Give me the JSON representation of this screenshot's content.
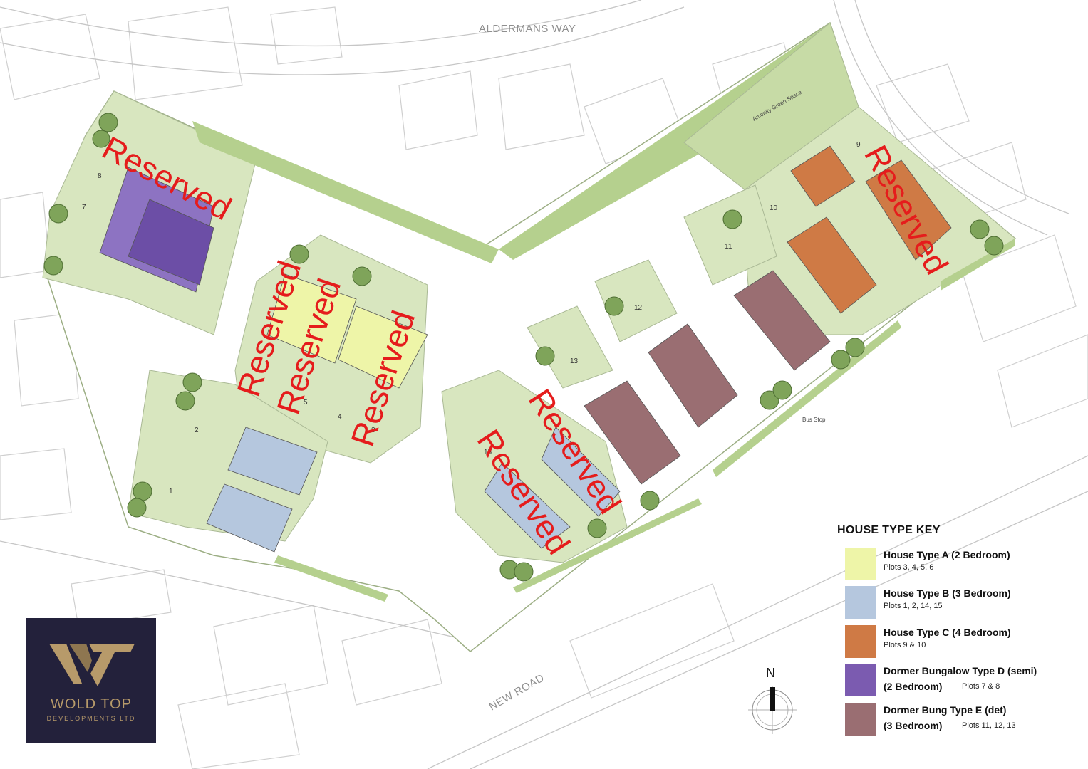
{
  "roads": {
    "top": "ALDERMANS WAY",
    "bottom": "NEW ROAD"
  },
  "site_labels": {
    "amenity": "Amenity Green Space",
    "bus_stop": "Bus Stop"
  },
  "plot_numbers": [
    "1",
    "2",
    "3",
    "4",
    "5",
    "7",
    "8",
    "9",
    "10",
    "11",
    "12",
    "13",
    "15"
  ],
  "overlay": {
    "reserved": "Reserved"
  },
  "legend": {
    "title": "HOUSE TYPE KEY",
    "items": [
      {
        "name": "House Type A (2 Bedroom)",
        "plots": "Plots 3, 4, 5, 6",
        "color": "#eef5a8"
      },
      {
        "name": "House Type B (3 Bedroom)",
        "plots": "Plots 1, 2, 14, 15",
        "color": "#b5c7de"
      },
      {
        "name": "House Type C (4 Bedroom)",
        "plots": "Plots 9 & 10",
        "color": "#cf7a45"
      },
      {
        "name": "Dormer Bungalow Type D (semi)",
        "name2": "(2 Bedroom)",
        "plots": "Plots 7 & 8",
        "color": "#7b5bb0"
      },
      {
        "name": "Dormer Bung Type E (det)",
        "name2": "(3 Bedroom)",
        "plots": "Plots 11, 12, 13",
        "color": "#9a6e72"
      }
    ]
  },
  "north": "N",
  "logo": {
    "name": "WOLD TOP",
    "sub": "DEVELOPMENTS LTD"
  },
  "colors": {
    "grass": "#d8e6bf",
    "verge": "#b5d08e",
    "road": "#ffffff",
    "outline": "#b8b8b8",
    "reserved": "#e51c1c"
  }
}
